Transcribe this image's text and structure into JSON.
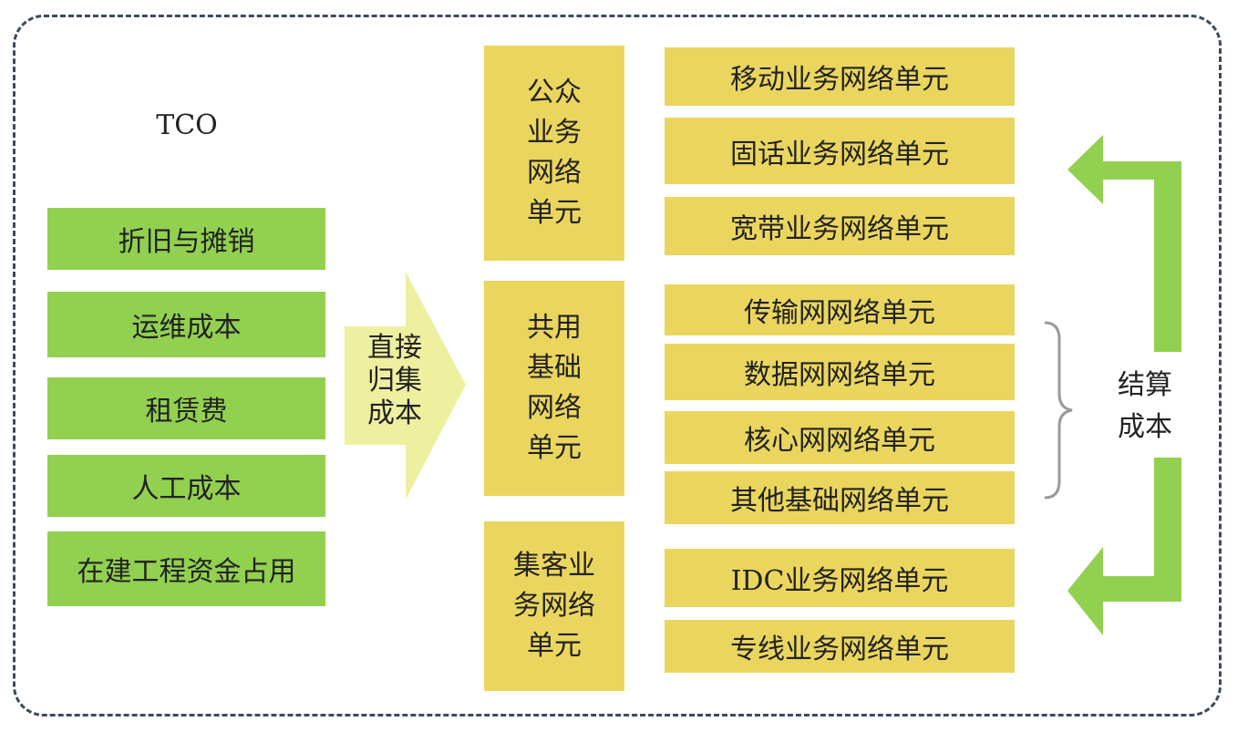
{
  "tco_label": "TCO",
  "cost_items": [
    "折旧与摊销",
    "运维成本",
    "租赁费",
    "人工成本",
    "在建工程资金占用"
  ],
  "direct_arrow_label": [
    "直接",
    "归集",
    "成本"
  ],
  "groups": [
    {
      "label": [
        "公众",
        "业务",
        "网络",
        "单元"
      ],
      "units": [
        "移动业务网络单元",
        "固话业务网络单元",
        "宽带业务网络单元"
      ]
    },
    {
      "label": [
        "共用",
        "基础",
        "网络",
        "单元"
      ],
      "units": [
        "传输网网络单元",
        "数据网网络单元",
        "核心网网络单元",
        "其他基础网络单元"
      ]
    },
    {
      "label": [
        "集客业",
        "务网络",
        "单元"
      ],
      "units": [
        "IDC业务网络单元",
        "专线业务网络单元"
      ]
    }
  ],
  "settlement_label": [
    "结算",
    "成本"
  ],
  "colors": {
    "green": "#92d050",
    "yellow": "#ead65e",
    "pale_arrow": "#eef0a0",
    "frame": "#3d4a5c"
  }
}
